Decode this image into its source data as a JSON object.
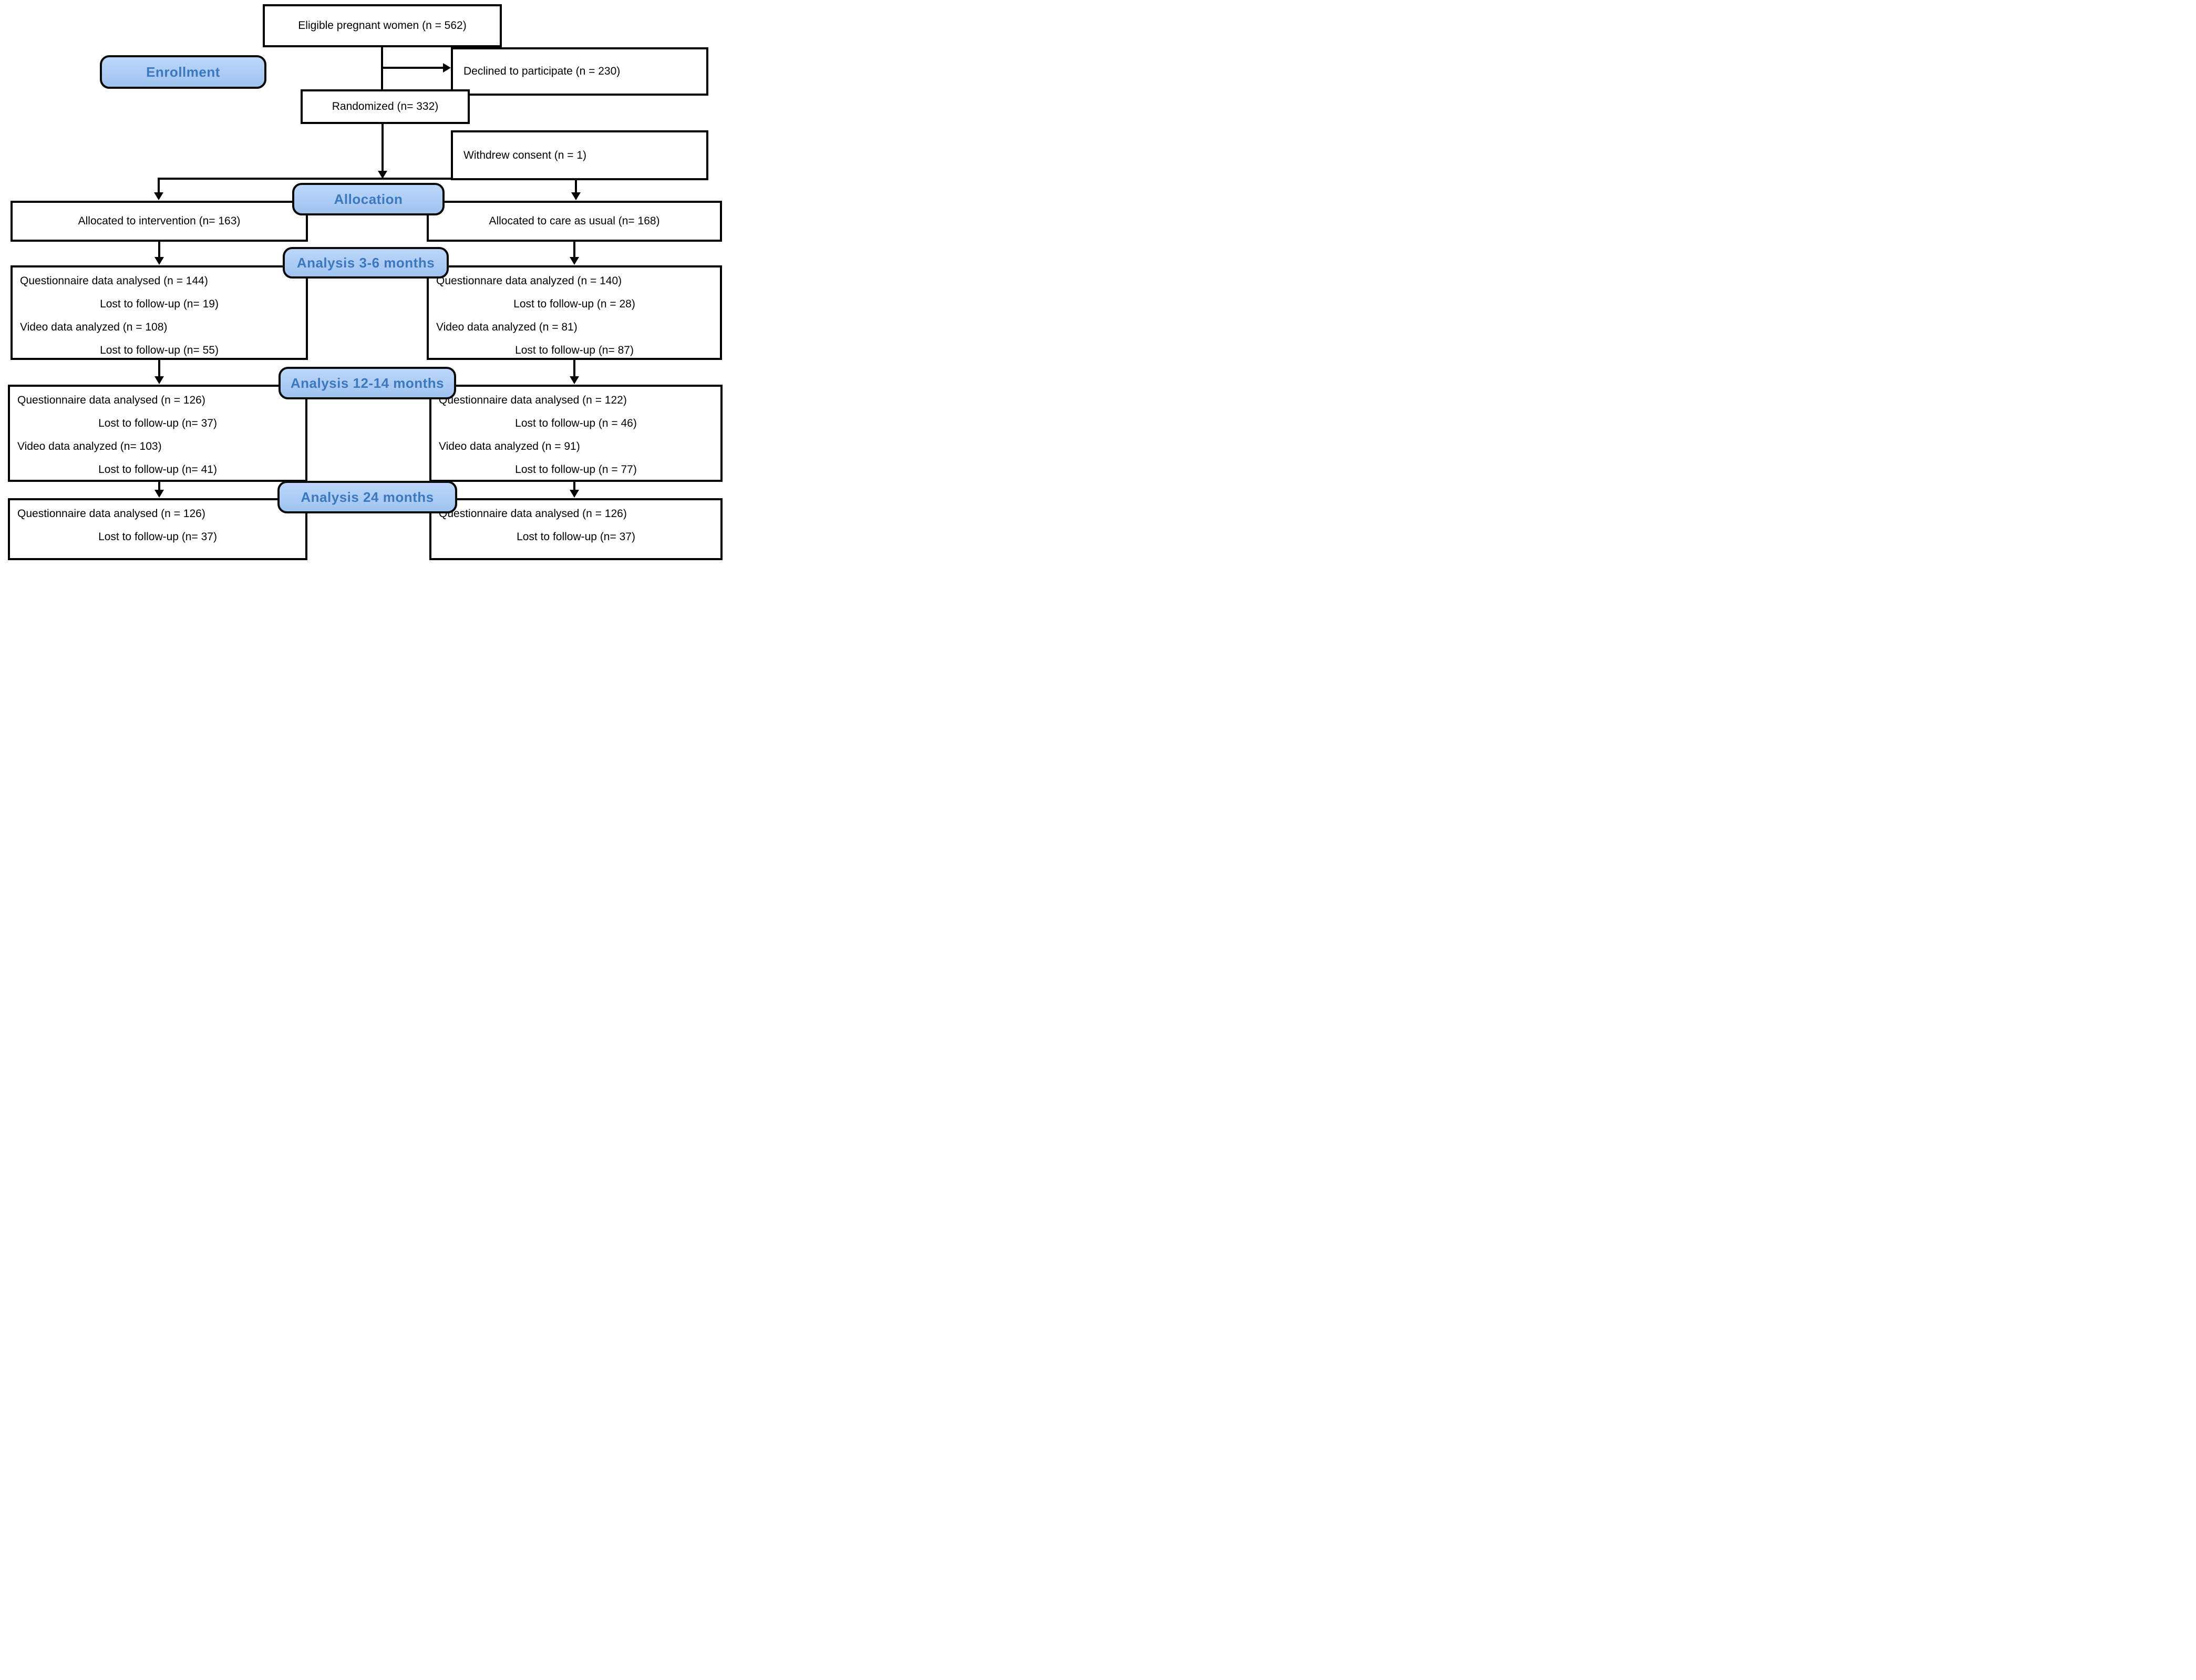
{
  "labels": {
    "enrollment": "Enrollment",
    "allocation": "Allocation",
    "analysis_3_6": "Analysis 3-6 months",
    "analysis_12_14": "Analysis 12-14 months",
    "analysis_24": "Analysis 24 months"
  },
  "boxes": {
    "eligible": "Eligible pregnant women (n = 562)",
    "declined": "Declined to participate (n = 230)",
    "randomized": "Randomized (n= 332)",
    "withdrew": "Withdrew consent (n = 1)",
    "allocated_intervention": "Allocated to intervention (n= 163)",
    "allocated_care_usual": "Allocated to care as usual (n= 168)",
    "a36_left": {
      "lines": [
        "Questionnaire data analysed (n = 144)",
        "Lost to follow-up (n= 19)",
        "Video data analyzed (n = 108)",
        "Lost to follow-up (n= 55)"
      ]
    },
    "a36_right": {
      "lines": [
        "Questionnare data analyzed (n = 140)",
        "Lost to follow-up (n = 28)",
        "Video data analyzed (n = 81)",
        "Lost to follow-up (n= 87)"
      ]
    },
    "a1214_left": {
      "lines": [
        "Questionnaire data analysed (n = 126)",
        "Lost to follow-up (n= 37)",
        "Video data analyzed (n= 103)",
        "Lost to follow-up (n= 41)"
      ]
    },
    "a1214_right": {
      "lines": [
        "Questionnaire data analysed (n = 122)",
        "Lost to follow-up (n = 46)",
        "Video data analyzed (n = 91)",
        "Lost to follow-up (n = 77)"
      ]
    },
    "a24_left": {
      "lines": [
        "Questionnaire data analysed (n = 126)",
        "Lost to follow-up (n= 37)"
      ]
    },
    "a24_right": {
      "lines": [
        "Questionnaire data analysed (n = 126)",
        "Lost to follow-up (n= 37)"
      ]
    }
  },
  "colors": {
    "label_fill_top": "#bcd7f9",
    "label_fill_bottom": "#9fc3f0",
    "label_text": "#3b78bd",
    "line_color": "#000000",
    "box_fill": "#ffffff"
  }
}
